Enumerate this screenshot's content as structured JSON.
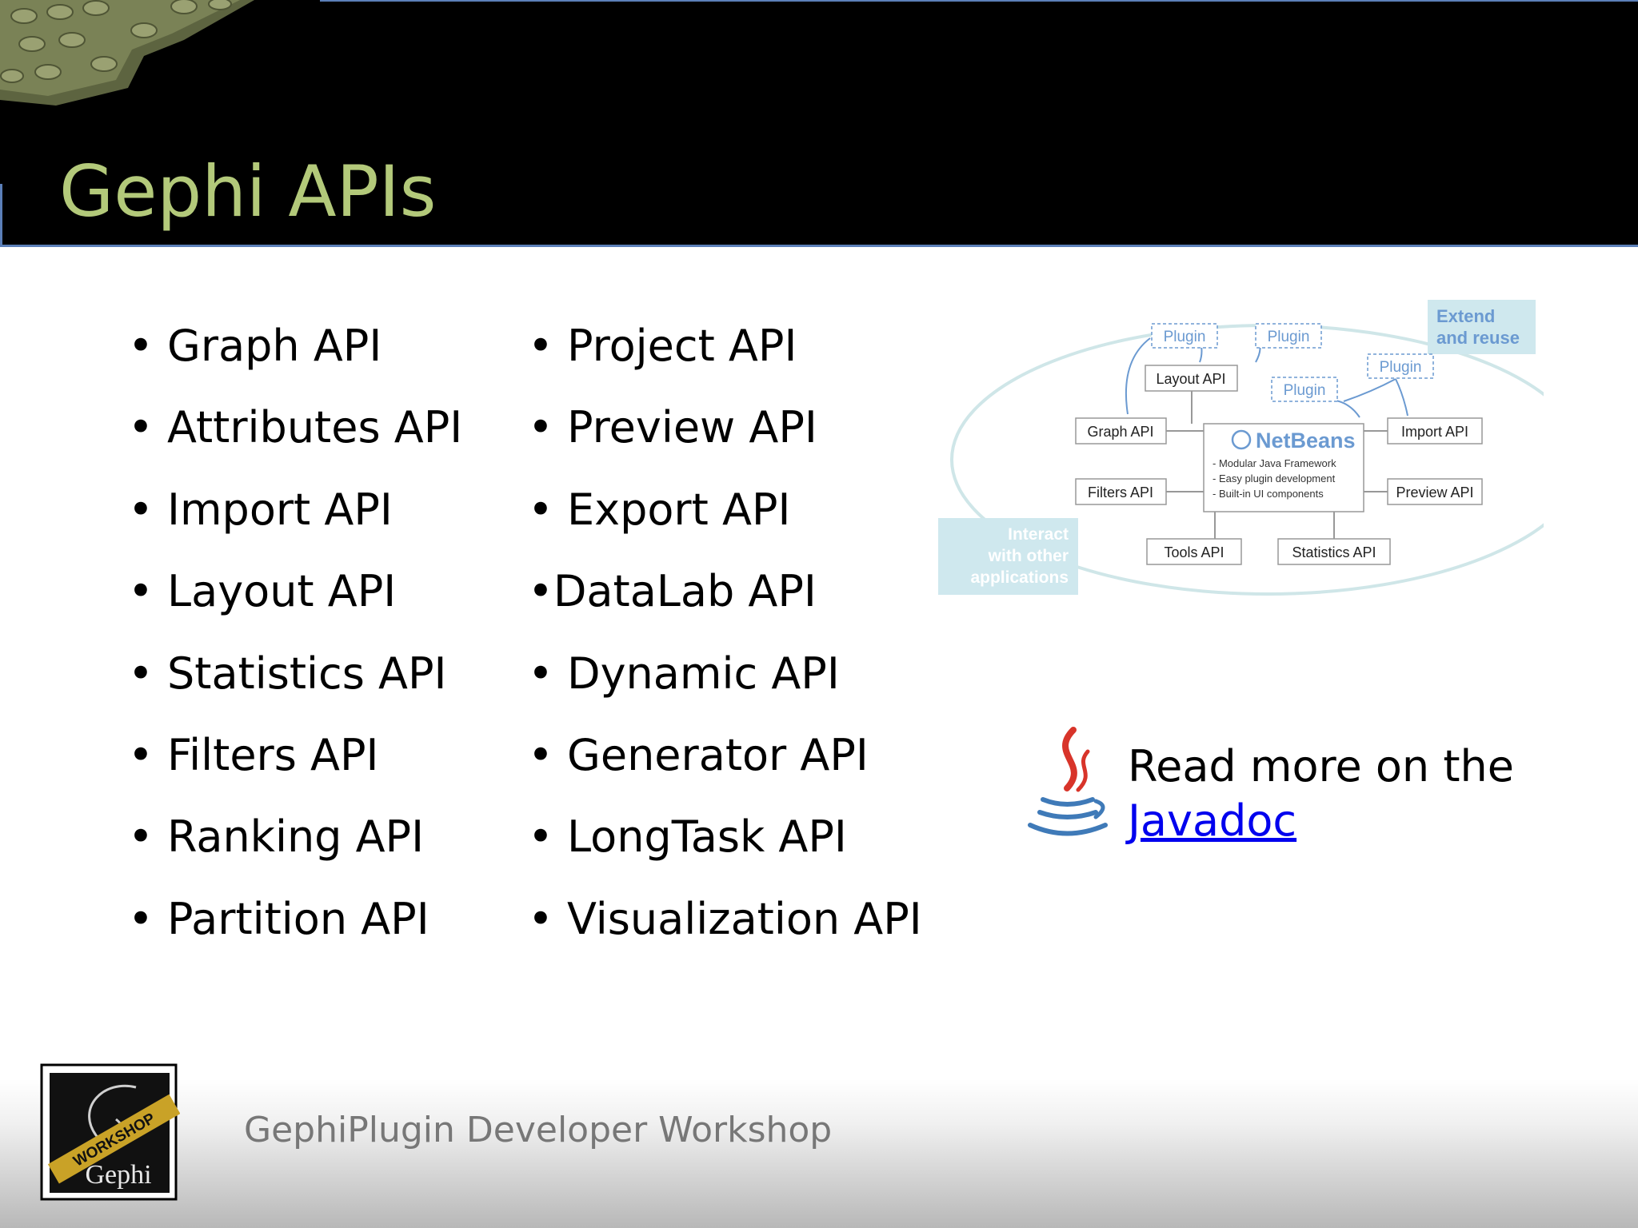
{
  "slide": {
    "title": "Gephi APIs",
    "left_column": [
      "• Graph API",
      "• Attributes API",
      "• Import API",
      "• Layout API",
      "• Statistics API",
      "• Filters API",
      "• Ranking API",
      "• Partition API"
    ],
    "right_column": [
      "• Project API",
      "• Preview API",
      "• Export API",
      "•DataLab API",
      "• Dynamic API",
      "• Generator API",
      "• LongTask API",
      "• Visualization API"
    ]
  },
  "diagram": {
    "extend_line1": "Extend",
    "extend_line2": "and reuse",
    "interact_line1": "Interact",
    "interact_line2": "with other",
    "interact_line3": "applications",
    "plugin_label": "Plugin",
    "netbeans": "NetBeans",
    "netbeans_features": [
      "- Modular Java Framework",
      "- Easy plugin development",
      "- Built-in UI components"
    ],
    "modules": {
      "layout": "Layout API",
      "graph": "Graph API",
      "filters": "Filters API",
      "import": "Import API",
      "preview": "Preview API",
      "tools": "Tools API",
      "statistics": "Statistics API"
    }
  },
  "read_more": {
    "text": "Read more on the",
    "link": "Javadoc"
  },
  "footer": {
    "text": "GephiPlugin Developer Workshop",
    "logo_workshop": "WORKSHOP",
    "logo_name": "Gephi"
  },
  "colors": {
    "title": "#b3c97a",
    "header_bg": "#000000",
    "accent_line": "#5b7fb8",
    "diagram_blue": "#6b9ad1",
    "callout_bg": "#cfe8ee",
    "link": "#0000ee"
  },
  "icons": [
    "lego-bricks-icon",
    "java-logo-icon",
    "gephi-workshop-logo-icon"
  ]
}
